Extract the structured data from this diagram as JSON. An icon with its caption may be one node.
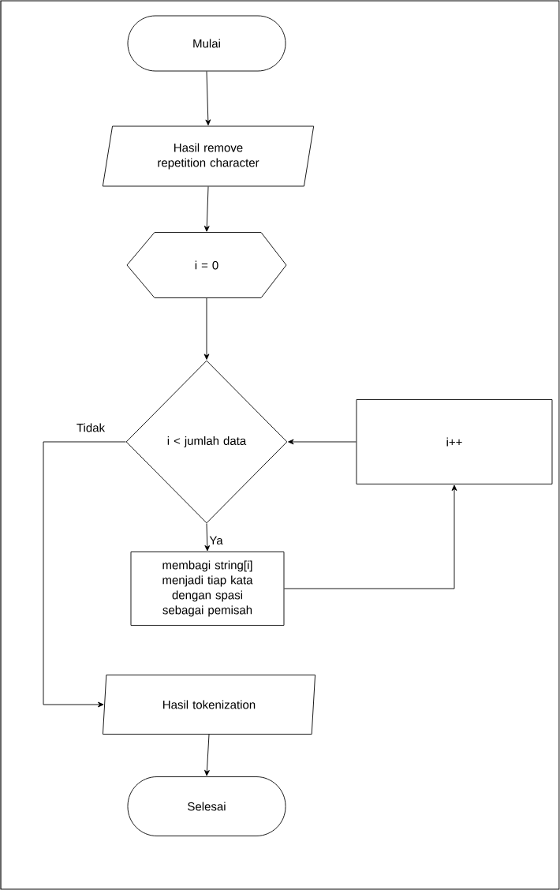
{
  "diagram": {
    "nodes": [
      {
        "text": [
          "Mulai"
        ]
      },
      {
        "text": [
          "Hasil remove repetition character"
        ]
      },
      {
        "text": [
          "i = 0"
        ]
      },
      {
        "text": [
          "i < jumlah data"
        ]
      },
      {
        "text": [
          "i++"
        ]
      },
      {
        "text": [
          "membagi string[i] menjadi tiap kata dengan spasi sebagai pemisah"
        ]
      },
      {
        "text": [
          "Hasil tokenization"
        ]
      },
      {
        "text": [
          "Selesai"
        ]
      }
    ],
    "edges": [
      {
        "from": 0,
        "to": 1,
        "arrow": "to"
      },
      {
        "from": 1,
        "to": 2,
        "arrow": "to"
      },
      {
        "from": 2,
        "to": 3,
        "arrow": "to"
      },
      {
        "from": 3,
        "to": 5,
        "arrow": "to",
        "label": "Ya"
      },
      {
        "from": 5,
        "to": 4,
        "arrow": "to"
      },
      {
        "from": 4,
        "to": 3,
        "arrow": "to"
      },
      {
        "from": 3,
        "to": 6,
        "arrow": "to",
        "label": "Tidak"
      },
      {
        "from": 6,
        "to": 7,
        "arrow": "to"
      }
    ]
  }
}
